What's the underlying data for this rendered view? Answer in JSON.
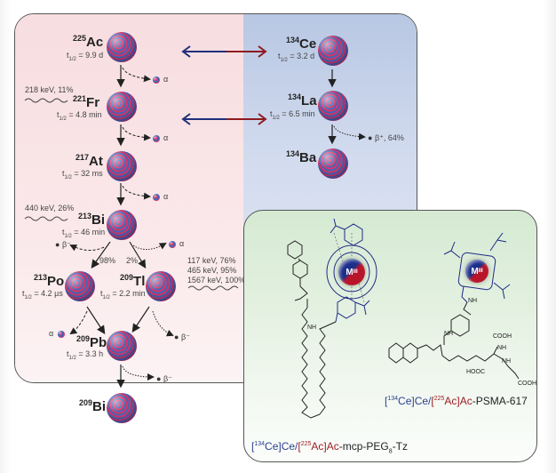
{
  "figure": {
    "left_chain": {
      "nuclides": [
        {
          "mass": "225",
          "symbol": "Ac",
          "half_life": "9.9 d"
        },
        {
          "mass": "221",
          "symbol": "Fr",
          "half_life": "4.8 min"
        },
        {
          "mass": "217",
          "symbol": "At",
          "half_life": "32 ms"
        },
        {
          "mass": "213",
          "symbol": "Bi",
          "half_life": "46 min"
        },
        {
          "mass": "213",
          "symbol": "Po",
          "half_life": "4.2 µs"
        },
        {
          "mass": "209",
          "symbol": "Tl",
          "half_life": "2.2 min"
        },
        {
          "mass": "209",
          "symbol": "Pb",
          "half_life": "3.3 h"
        },
        {
          "mass": "209",
          "symbol": "Bi",
          "half_life": ""
        }
      ],
      "gamma_lines": {
        "fr221": "218 keV, 11%",
        "bi213": "440 keV, 26%",
        "tl209": [
          "117 keV, 76%",
          "465 keV, 95%",
          "1567 keV, 100%"
        ]
      },
      "branch_labels": {
        "to_po": "98%",
        "to_tl": "2%"
      },
      "emissions": {
        "alpha": "α",
        "beta_minus": "β⁻",
        "beta_plus_64": "β⁺, 64%"
      }
    },
    "right_chain": {
      "nuclides": [
        {
          "mass": "134",
          "symbol": "Ce",
          "half_life": "3.2 d"
        },
        {
          "mass": "134",
          "symbol": "La",
          "half_life": "6.5 min"
        },
        {
          "mass": "134",
          "symbol": "Ba",
          "half_life": ""
        }
      ]
    },
    "half_life_prefix": "t",
    "half_life_sub": "1/2",
    "half_life_eq": " = ",
    "chem": {
      "metal_label": "M",
      "metal_charge": "III",
      "caption_left": {
        "p1": "[",
        "m1": "134",
        "e1": "Ce]Ce/",
        "p2": "[",
        "m2": "225",
        "e2": "Ac]Ac",
        "rest": "-mcp-PEG",
        "sub": "8",
        "tail": "-Tz"
      },
      "caption_right": {
        "p1": "[",
        "m1": "134",
        "e1": "Ce]Ce/",
        "p2": "[",
        "m2": "225",
        "e2": "Ac]Ac",
        "rest": "-PSMA-617"
      },
      "atoms": {
        "N": "N",
        "O": "O",
        "NH": "NH",
        "COOH": "COOH",
        "HOOC": "HOOC"
      }
    },
    "colors": {
      "pink_bg": "#f7dde0",
      "blue_bg": "#b8c7e3",
      "green_bg": "#d5ead2",
      "arrow_blue": "#1f2f7a",
      "arrow_red": "#8e1a1f",
      "chelate_blue": "#1d2a86"
    }
  }
}
